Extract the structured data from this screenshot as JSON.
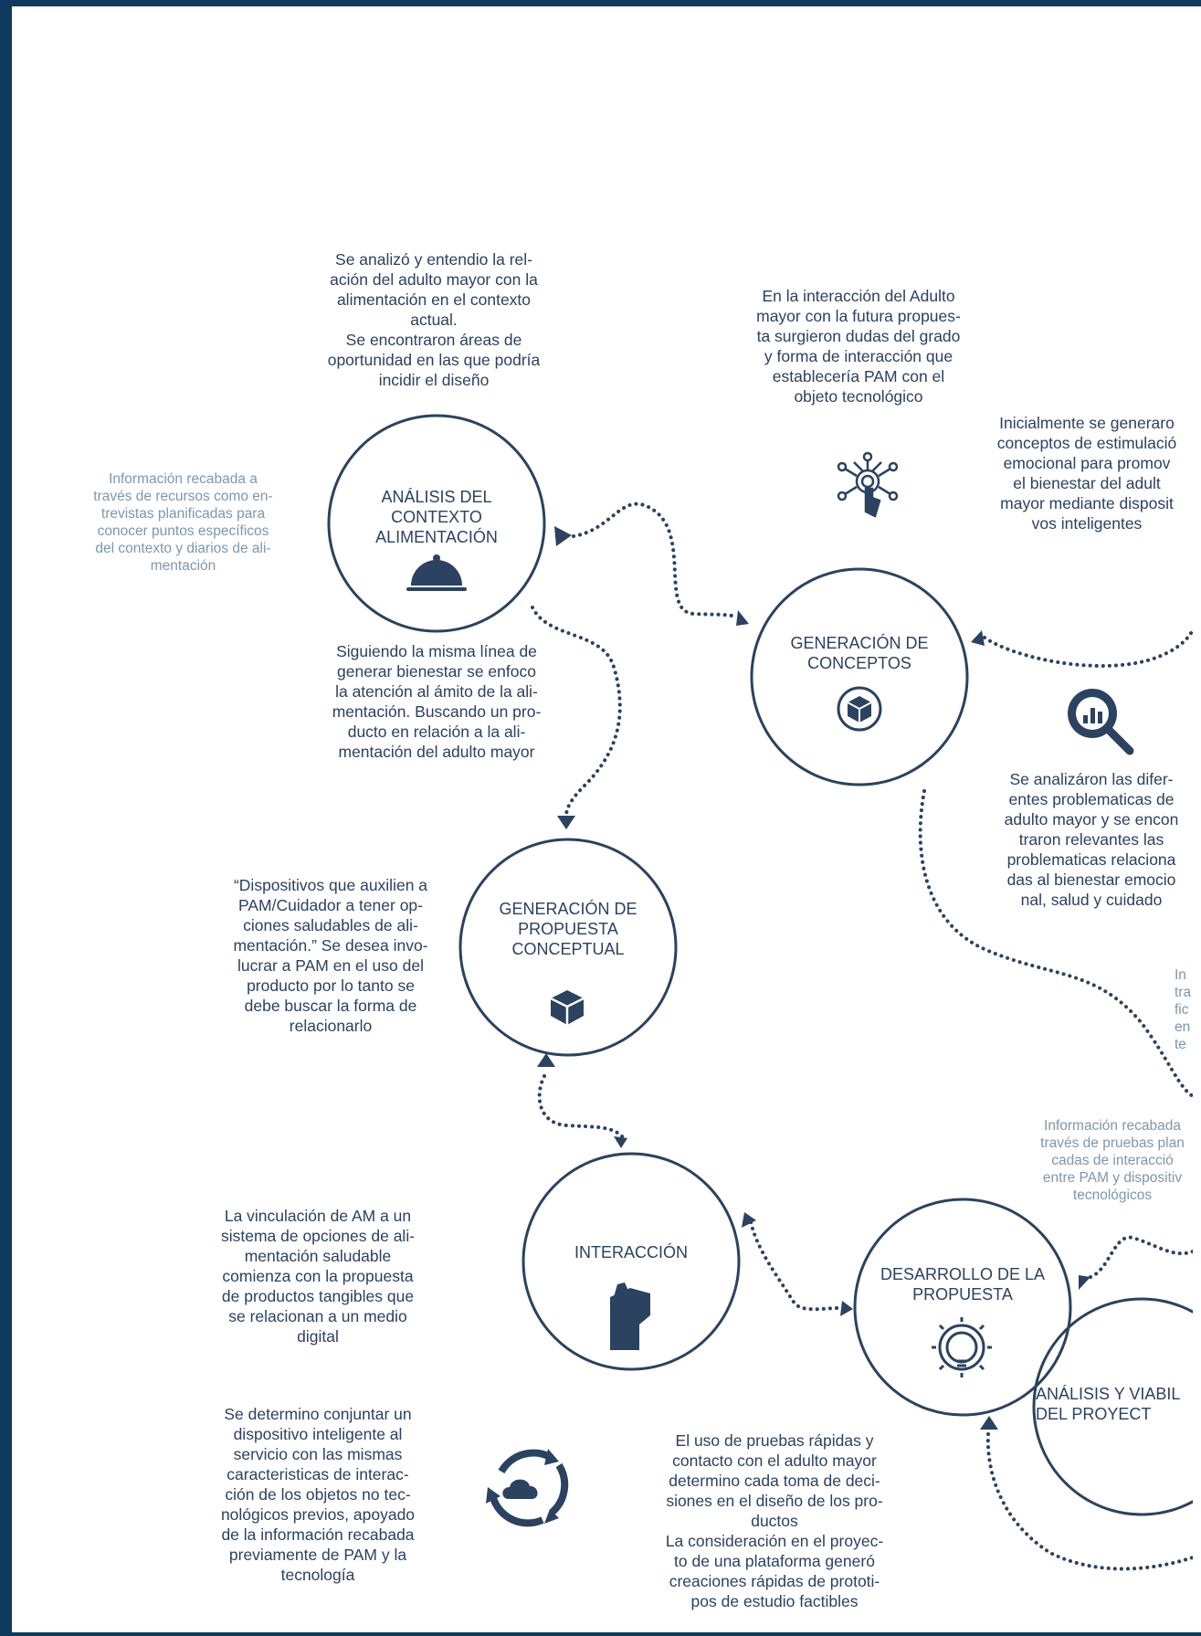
{
  "nodes": {
    "analisis": "ANÁLISIS DEL\nCONTEXTO\nALIMENTACIÓN",
    "generacion_conceptos": "GENERACIÓN DE\nCONCEPTOS",
    "generacion_propuesta": "GENERACIÓN DE\nPROPUESTA\nCONCEPTUAL",
    "interaccion": "INTERACCIÓN",
    "desarrollo": "DESARROLLO DE LA\nPROPUESTA",
    "viabilidad": "ANÁLISIS Y VIABIL\nDEL PROYECT"
  },
  "texts": {
    "top_center": "Se analizó y entendio la rel-\nación del adulto mayor con la\nalimentación en el contexto\nactual.\nSe encontraron áreas de\noportunidad en las que podría\nincidir el diseño",
    "grey_left": "Información recabada a\ntravés de recursos como en-\ntrevistas planificadas para\nconocer puntos específicos\ndel contexto y diarios de ali-\nmentación",
    "interaction_question": "En la interacción del Adulto\nmayor con la futura propues-\nta surgieron dudas del grado\ny forma de interacción que\nestablecería PAM con el\nobjeto tecnológico",
    "initial_concepts": "Inicialmente se generaro\nconceptos de estimulació\nemocional para promov\nel bienestar del adult\nmayor mediante disposit\nvos inteligentes",
    "wellbeing_line": "Siguiendo la misma línea de\ngenerar bienestar se enfoco\nla atención al ámito de la ali-\nmentación. Buscando un pro-\nducto en relación a la ali-\nmentación del adulto mayor",
    "problems": "Se analizáron las difer-\nentes problematicas de\nadulto mayor y se encon\ntraron relevantes las\nproblematicas relaciona\ndas al bienestar emocio\nnal, salud y cuidado",
    "devices_quote": "“Dispositivos que auxilien a\nPAM/Cuidador  a tener op-\nciones saludables de ali-\nmentación.” Se desea invo-\nlucrar a PAM en el uso del\nproducto por lo tanto se\ndebe buscar la forma de\nrelacionarlo",
    "grey_right_cut": "In\ntra\nfic\nen\nte",
    "grey_tests": "Información recabada\ntravés de pruebas plan\ncadas de interacció\nentre PAM y dispositiv\ntecnológicos",
    "vinculacion": "La vinculación de AM a un\nsistema de opciones de ali-\nmentación saludable\ncomienza con la propuesta\nde productos tangibles que\nse relacionan a un medio\ndigital",
    "smart_device": "Se determino conjuntar un\ndispositivo inteligente al\nservicio con las mismas\ncaracteristicas de interac-\nción de los objetos no tec-\nnológicos previos, apoyado\nde la información recabada\npreviamente de PAM y la\ntecnología",
    "quick_tests": "El uso de pruebas rápidas y\ncontacto con el adulto mayor\ndetermino cada toma de deci-\nsiones en el diseño de los pro-\nductos\nLa consideración en el proyec-\nto de una plataforma generó\ncreaciones rápidas de prototi-\npos de estudio factibles"
  },
  "icons": [
    "cloche-icon",
    "cube-icon",
    "cube-icon",
    "fist-icon",
    "gear-bulb-icon",
    "touch-network-icon",
    "search-chart-icon",
    "cloud-cycle-icon"
  ],
  "colors": {
    "primary": "#2b4260",
    "frame": "#0f3a5f",
    "muted": "#7d97ad"
  }
}
